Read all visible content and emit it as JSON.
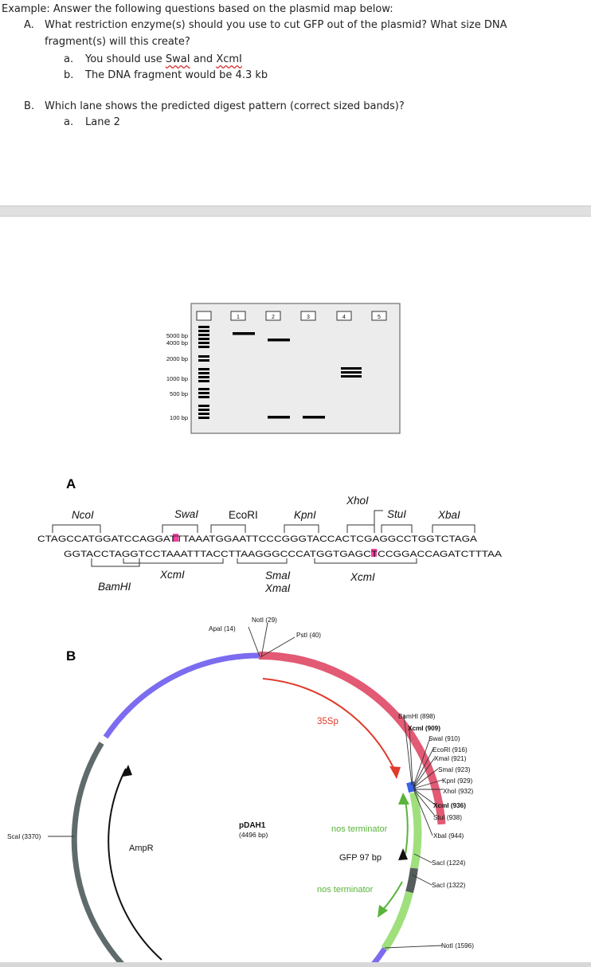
{
  "qa": {
    "title": "Example: Answer the following questions based on the plasmid map below:",
    "qA_marker": "A.",
    "qA_text_l1": "What restriction enzyme(s) should you use to cut GFP out of the plasmid? What size DNA",
    "qA_text_l2": "fragment(s) will this create?",
    "aA1_marker": "a.",
    "aA1_prefix": "You should use ",
    "aA1_enzyme1": "SwaI",
    "aA1_and": " and ",
    "aA1_enzyme2": "XcmI",
    "aA2_marker": "b.",
    "aA2_text": "The DNA fragment would be 4.3 kb",
    "qB_marker": "B.",
    "qB_text": "Which lane shows the predicted digest pattern (correct sized bands)?",
    "aB1_marker": "a.",
    "aB1_text": "Lane 2"
  },
  "gel": {
    "lanes": [
      "1",
      "2",
      "3",
      "4",
      "5"
    ],
    "ladder": [
      "5000 bp",
      "4000 bp",
      "2000 bp",
      "1000 bp",
      "500 bp",
      "100 bp"
    ]
  },
  "panelA": {
    "label": "A",
    "top_strand": "CTAGCCATGGATCCAGGATTTAAATGGAATTCCCGGGTACCACTCGAGGCCTGGTCTAGA",
    "bottom_strand": "GGTACCTAGGTCCTAAATTTACCTTAAGGGCCCATGGTGAGCTCCGGACCAGATCTTTAA",
    "highlight_top": "T",
    "highlight_bottom": "T",
    "sites_top": [
      "NcoI",
      "SwaI",
      "EcoRI",
      "KpnI",
      "XhoI",
      "StuI",
      "XbaI"
    ],
    "sites_bottom": [
      "BamHI",
      "XcmI",
      "SmaI",
      "XmaI",
      "XcmI"
    ]
  },
  "panelB": {
    "label": "B",
    "plasmid_name": "pDAH1",
    "plasmid_size": "(4496 bp)",
    "features": {
      "promoter": "35Sp",
      "terminator1": "nos terminator",
      "gfp": "GFP 97 bp",
      "terminator2": "nos terminator",
      "ampr": "AmpR"
    },
    "sites": {
      "noti29": "NotI (29)",
      "apai14": "ApaI (14)",
      "psti40": "PstI (40)",
      "scai": "ScaI (3370)",
      "bamhi": "BamHI (898)",
      "xcmi909": "XcmI (909)",
      "swai": "SwaI (910)",
      "ecori": "EcoRI (916)",
      "xmai": "XmaI (921)",
      "smai": "SmaI (923)",
      "kpni": "KpnI (929)",
      "xhoi": "XhoI (932)",
      "xcmi936": "XcmI (936)",
      "stui": "StuI (938)",
      "xbai": "XbaI (944)",
      "saci1224": "SacI (1224)",
      "saci1322": "SacI (1322)",
      "noti1596": "NotI (1596)"
    }
  },
  "colors": {
    "gel_bg": "#ececec",
    "backbone_blue": "#7b6cf0",
    "promoter_red": "#e25a74",
    "terminator_green": "#9fe07d",
    "gfp_dark": "#555c5c",
    "ampr_dark": "#5f6b6b",
    "arrow_red": "#e03a2c",
    "arrow_green": "#58b43a",
    "highlight_pink": "#ff3fa0"
  }
}
